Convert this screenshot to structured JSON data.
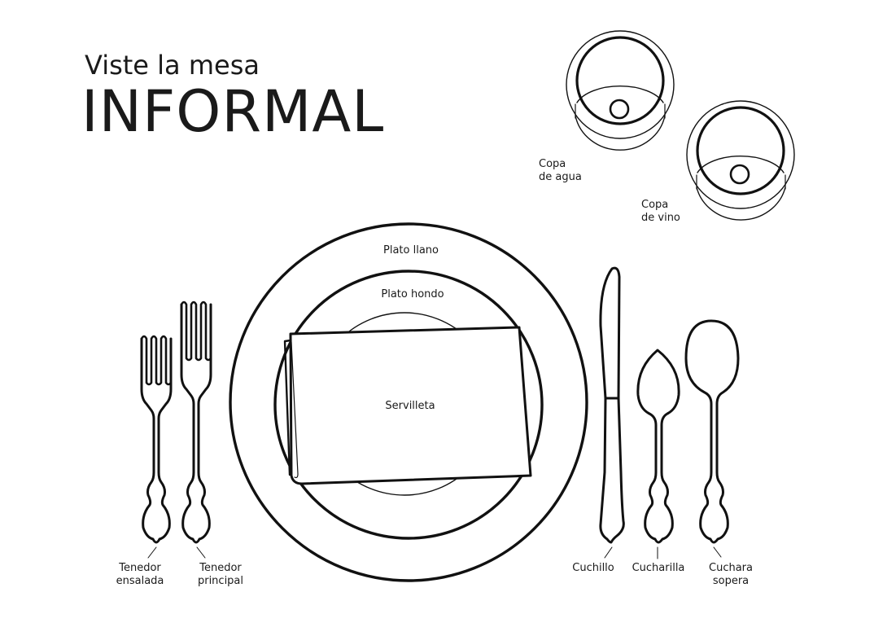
{
  "header": {
    "subtitle": "Viste la mesa",
    "title": "INFORMAL"
  },
  "glasses": {
    "water": {
      "line1": "Copa",
      "line2": "de agua"
    },
    "wine": {
      "line1": "Copa",
      "line2": "de vino"
    }
  },
  "plates": {
    "dinner_plate": "Plato llano",
    "soup_plate": "Plato hondo",
    "napkin": "Servilleta"
  },
  "cutlery": {
    "salad_fork": {
      "line1": "Tenedor",
      "line2": "ensalada"
    },
    "dinner_fork": {
      "line1": "Tenedor",
      "line2": "principal"
    },
    "knife": {
      "line1": "Cuchillo"
    },
    "teaspoon": {
      "line1": "Cucharilla"
    },
    "soup_spoon": {
      "line1": "Cuchara",
      "line2": "sopera"
    }
  },
  "colors": {
    "stroke": "#111111",
    "background": "#ffffff"
  }
}
